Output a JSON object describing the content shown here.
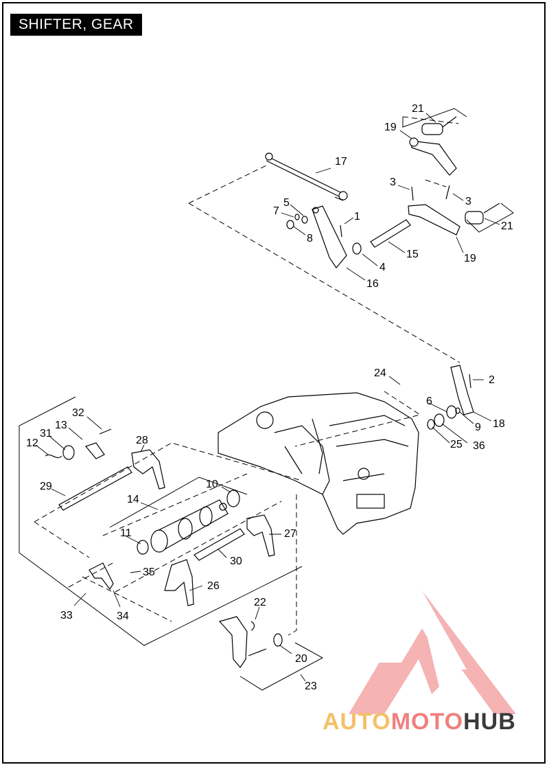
{
  "title": "SHIFTER, GEAR",
  "callouts": [
    {
      "id": "c21a",
      "text": "21"
    },
    {
      "id": "c19a",
      "text": "19"
    },
    {
      "id": "c17",
      "text": "17"
    },
    {
      "id": "c3a",
      "text": "3"
    },
    {
      "id": "c3b",
      "text": "3"
    },
    {
      "id": "c5",
      "text": "5"
    },
    {
      "id": "c7",
      "text": "7"
    },
    {
      "id": "c1",
      "text": "1"
    },
    {
      "id": "c8",
      "text": "8"
    },
    {
      "id": "c21b",
      "text": "21"
    },
    {
      "id": "c15",
      "text": "15"
    },
    {
      "id": "c19b",
      "text": "19"
    },
    {
      "id": "c4",
      "text": "4"
    },
    {
      "id": "c16",
      "text": "16"
    },
    {
      "id": "c24",
      "text": "24"
    },
    {
      "id": "c2",
      "text": "2"
    },
    {
      "id": "c6",
      "text": "6"
    },
    {
      "id": "c18",
      "text": "18"
    },
    {
      "id": "c9",
      "text": "9"
    },
    {
      "id": "c25",
      "text": "25"
    },
    {
      "id": "c36",
      "text": "36"
    },
    {
      "id": "c32",
      "text": "32"
    },
    {
      "id": "c13",
      "text": "13"
    },
    {
      "id": "c31",
      "text": "31"
    },
    {
      "id": "c12",
      "text": "12"
    },
    {
      "id": "c28",
      "text": "28"
    },
    {
      "id": "c29",
      "text": "29"
    },
    {
      "id": "c10",
      "text": "10"
    },
    {
      "id": "c14",
      "text": "14"
    },
    {
      "id": "c11",
      "text": "11"
    },
    {
      "id": "c27",
      "text": "27"
    },
    {
      "id": "c30",
      "text": "30"
    },
    {
      "id": "c35",
      "text": "35"
    },
    {
      "id": "c26",
      "text": "26"
    },
    {
      "id": "c33",
      "text": "33"
    },
    {
      "id": "c34",
      "text": "34"
    },
    {
      "id": "c22",
      "text": "22"
    },
    {
      "id": "c20",
      "text": "20"
    },
    {
      "id": "c23",
      "text": "23"
    }
  ],
  "watermark": {
    "part1": "AUTO",
    "part2": "MOTO",
    "part3": "HUB"
  },
  "colors": {
    "ink": "#000000",
    "watermark_red": "#f08080",
    "watermark_orange": "#f5c06a",
    "watermark_dark": "#3a3a3a"
  }
}
